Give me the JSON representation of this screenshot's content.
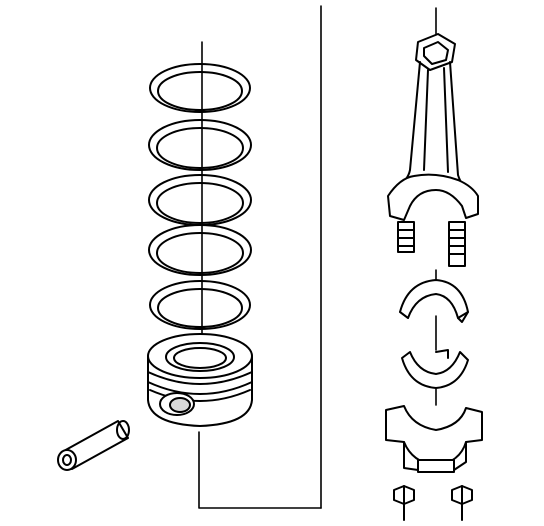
{
  "figure": {
    "stroke_color": "#000000",
    "fill_color": "#ffffff",
    "shade_color": "#d9d9d9",
    "parts": [
      "piston-ring-1",
      "piston-ring-2",
      "piston-ring-3",
      "piston-ring-4",
      "piston-ring-5",
      "piston",
      "piston-pin",
      "connecting-rod",
      "upper-bearing-shell",
      "lower-bearing-shell",
      "connecting-rod-cap",
      "cap-nuts"
    ]
  }
}
